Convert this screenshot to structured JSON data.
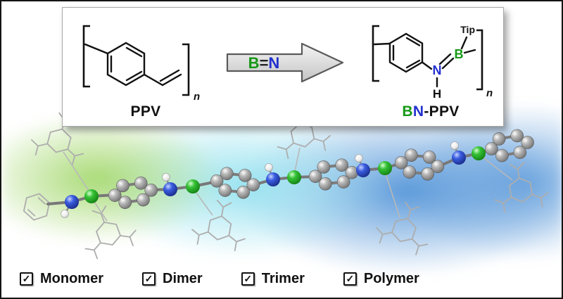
{
  "scheme": {
    "reactant": {
      "name": "PPV",
      "repeat_subscript": "n"
    },
    "arrow": {
      "boron": "B",
      "double_bond": "=",
      "nitrogen": "N"
    },
    "product": {
      "boron_prefix": "B",
      "nitrogen_prefix": "N",
      "suffix": "-PPV",
      "repeat_subscript": "n",
      "tip_label": "Tip",
      "nitrogen_atom": "N",
      "boron_atom": "B",
      "hydrogen_atom": "H"
    }
  },
  "checklist": {
    "check_glyph": "✓",
    "items": [
      {
        "label": "Monomer",
        "checked": true
      },
      {
        "label": "Dimer",
        "checked": true
      },
      {
        "label": "Trimer",
        "checked": true
      },
      {
        "label": "Polymer",
        "checked": true
      }
    ]
  },
  "colors": {
    "boron_green": "#159815",
    "nitrogen_blue": "#2230cf",
    "carbon_gray": "#8a8a8a",
    "gradient_left_green": "#9ad45e",
    "gradient_mid_cyan": "#8ee0ee",
    "gradient_right_blue": "#4a8fd6"
  }
}
